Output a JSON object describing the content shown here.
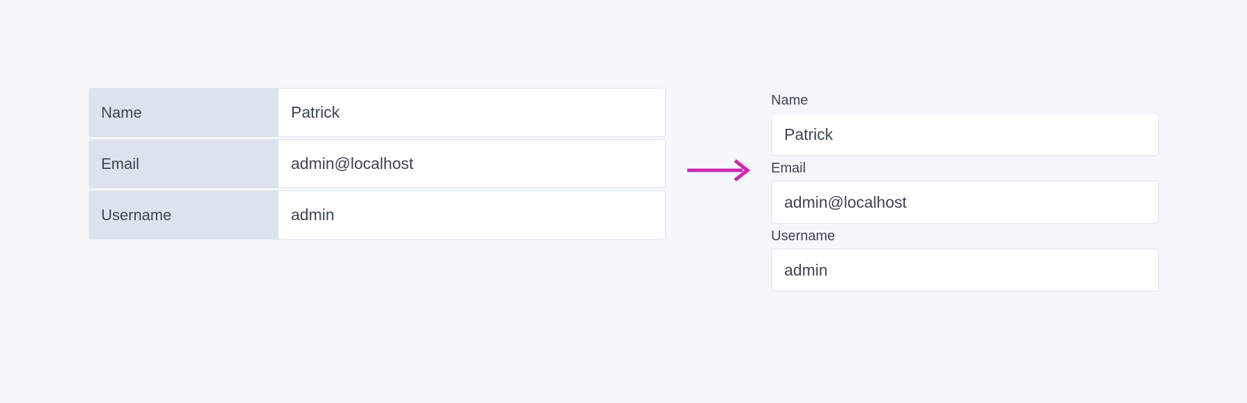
{
  "theme": {
    "background_color": "#f5f7fa",
    "label_cell_color": "#dde3ec",
    "input_background_color": "#ffffff",
    "border_color": "#dde3ec",
    "text_color": "#3d4451",
    "arrow_color": "#cc27b0"
  },
  "table_layout": {
    "rows": [
      {
        "label": "Name",
        "value": "Patrick"
      },
      {
        "label": "Email",
        "value": "admin@localhost"
      },
      {
        "label": "Username",
        "value": "admin"
      }
    ]
  },
  "arrow": {
    "icon": "arrow-right-icon",
    "direction": "right",
    "color": "#cc27b0"
  },
  "form_layout": {
    "fields": [
      {
        "label": "Name",
        "value": "Patrick"
      },
      {
        "label": "Email",
        "value": "admin@localhost"
      },
      {
        "label": "Username",
        "value": "admin"
      }
    ]
  }
}
